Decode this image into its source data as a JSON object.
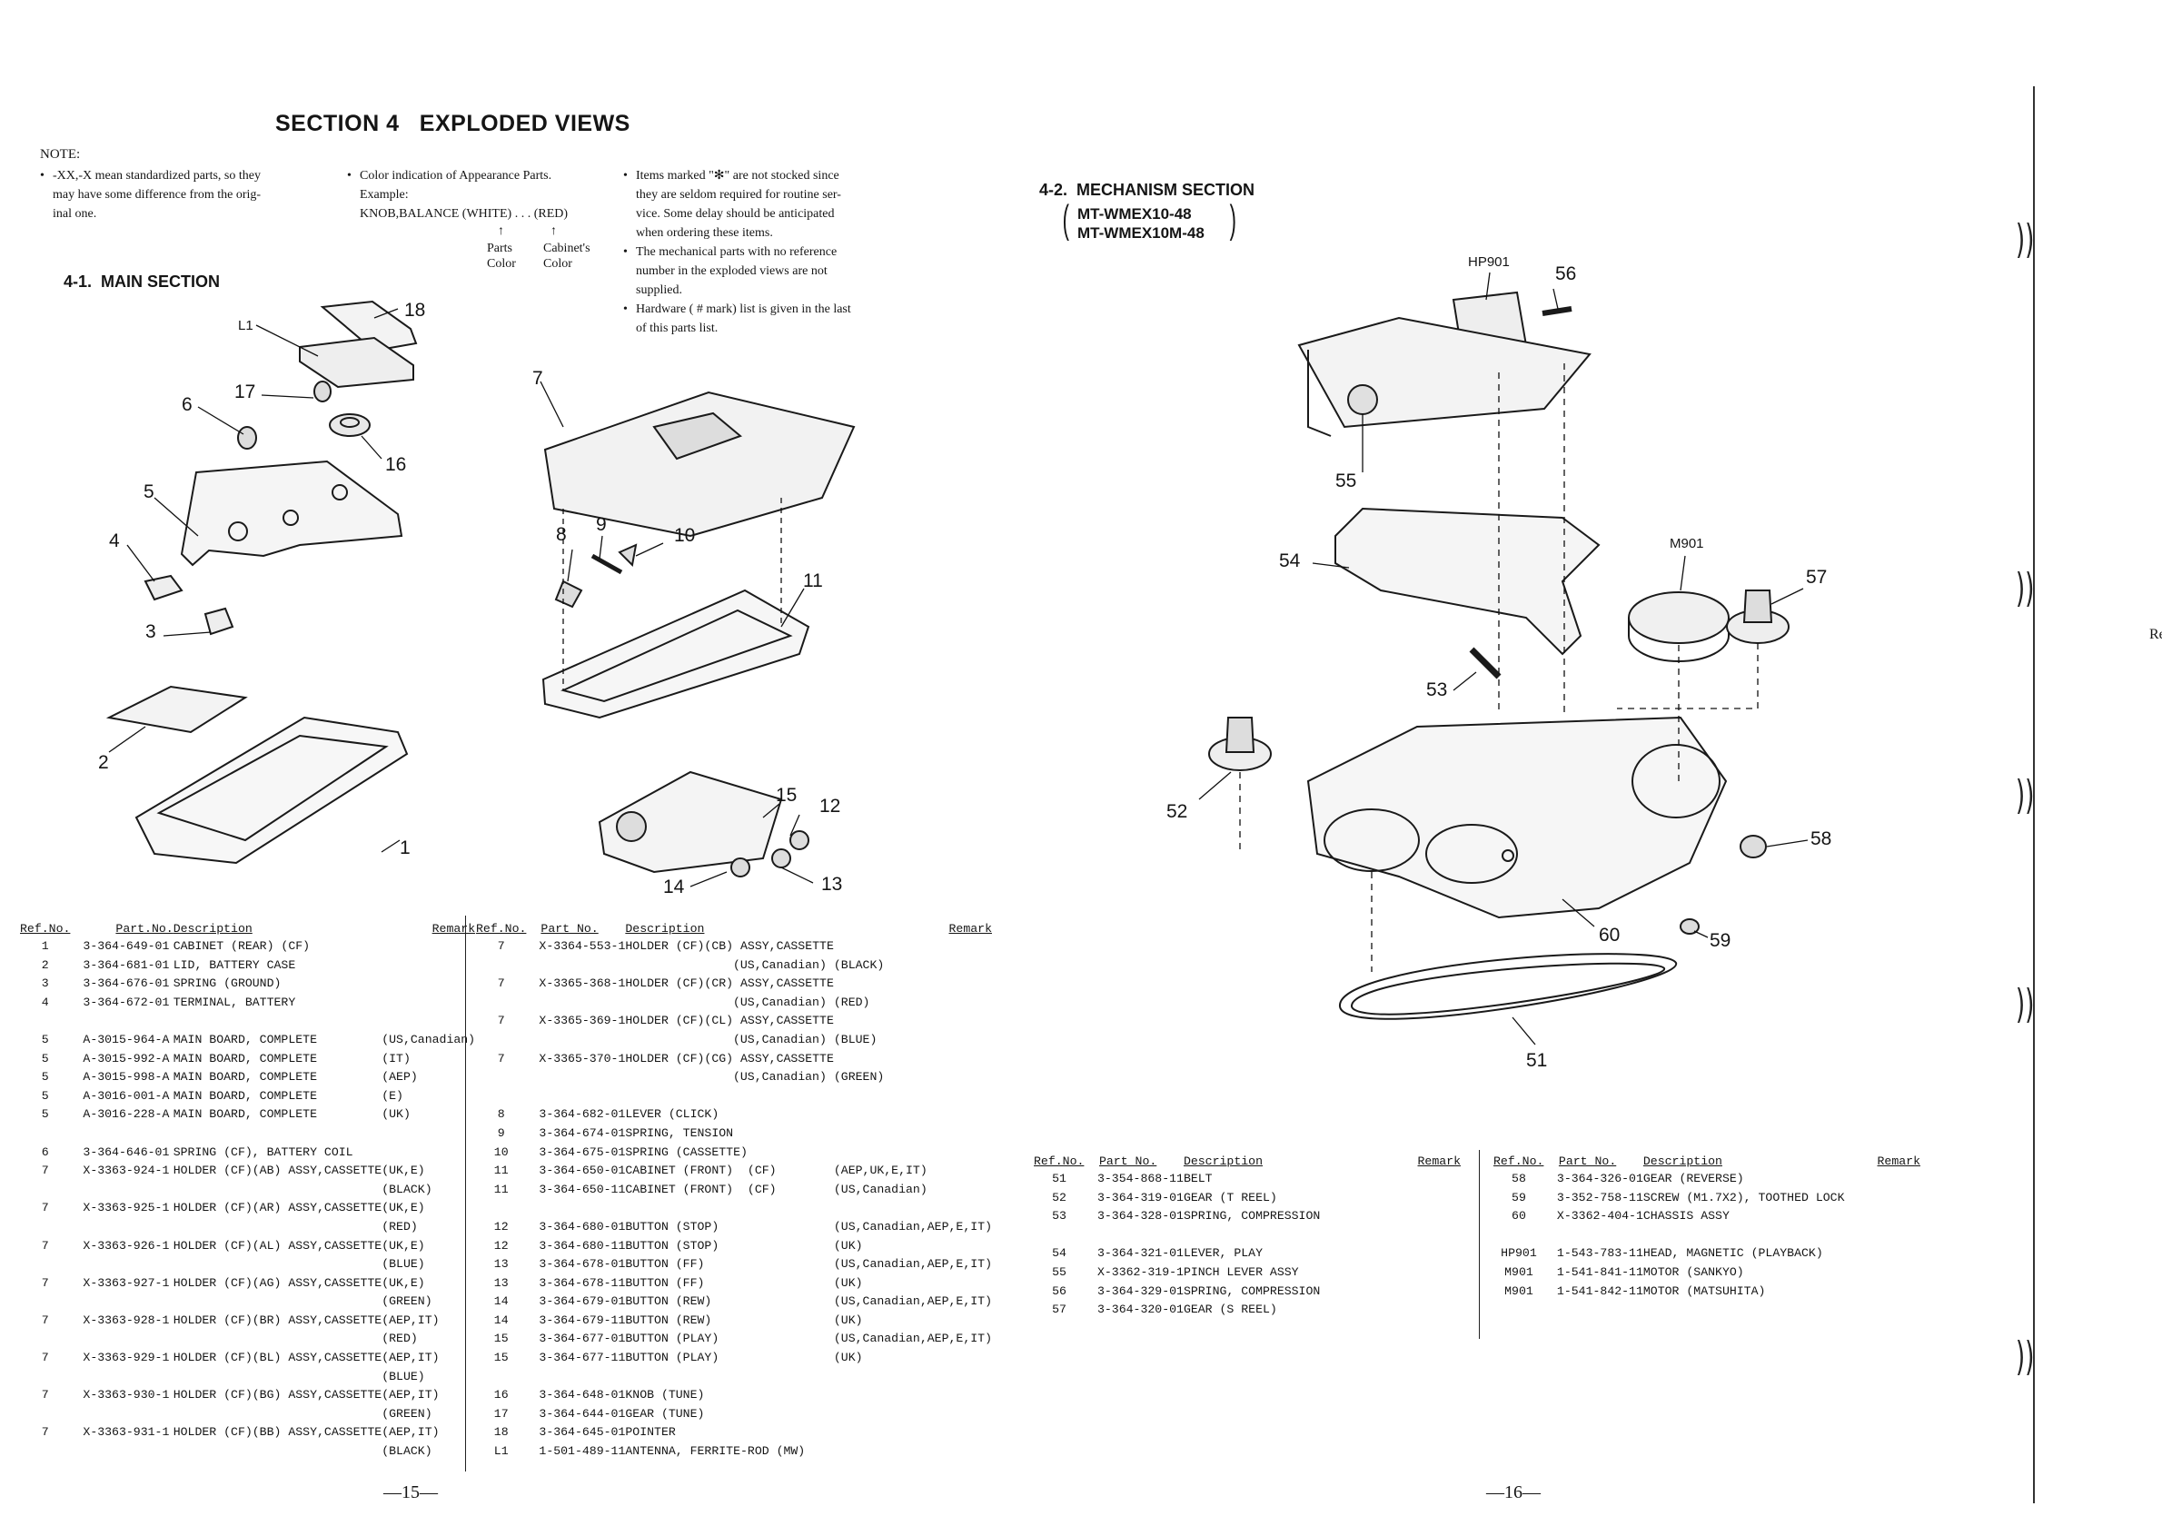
{
  "left_page": {
    "section_title": "SECTION 4   EXPLODED VIEWS",
    "note_title": "NOTE:",
    "notes_col1": [
      "-XX,-X mean standardized parts, so they",
      "may have some difference from the orig-",
      "inal one."
    ],
    "notes_col2": [
      "Color indication of Appearance Parts.",
      "Example:",
      "KNOB,BALANCE (WHITE) . . . (RED)",
      "↑",
      "↑",
      "Parts",
      "Cabinet's",
      "Color",
      "Color"
    ],
    "notes_col3": [
      "Items marked \"✻\" are not stocked since",
      "they are seldom required for routine ser-",
      "vice. Some delay should be anticipated",
      "when ordering these items.",
      "The mechanical parts with no reference",
      "number in the exploded views are not",
      "supplied.",
      "Hardware ( # mark) list is given in the last",
      "of this parts list."
    ],
    "subsection_title": "4-1.  MAIN SECTION",
    "callouts": [
      "18",
      "L1",
      "17",
      "6",
      "16",
      "5",
      "4",
      "3",
      "2",
      "1",
      "7",
      "8",
      "9",
      "10",
      "11",
      "15",
      "12",
      "14",
      "13"
    ],
    "table_headers": {
      "ref": "Ref.No.",
      "part": "Part.No.",
      "desc": "Description",
      "remark": "Remark"
    },
    "table_headers_2": {
      "ref": "Ref.No.",
      "part": "Part No.",
      "desc": "Description",
      "remark": "Remark"
    },
    "table1_rows": [
      {
        "ref": "1",
        "part": "3-364-649-01",
        "desc": "CABINET (REAR) (CF)",
        "remark": ""
      },
      {
        "ref": "2",
        "part": "3-364-681-01",
        "desc": "LID, BATTERY CASE",
        "remark": ""
      },
      {
        "ref": "3",
        "part": "3-364-676-01",
        "desc": "SPRING (GROUND)",
        "remark": ""
      },
      {
        "ref": "4",
        "part": "3-364-672-01",
        "desc": "TERMINAL, BATTERY",
        "remark": ""
      },
      {
        "ref": "",
        "part": "",
        "desc": "",
        "remark": ""
      },
      {
        "ref": "5",
        "part": "A-3015-964-A",
        "desc": "MAIN BOARD, COMPLETE",
        "remark": "(US,Canadian)"
      },
      {
        "ref": "5",
        "part": "A-3015-992-A",
        "desc": "MAIN BOARD, COMPLETE",
        "remark": "(IT)"
      },
      {
        "ref": "5",
        "part": "A-3015-998-A",
        "desc": "MAIN BOARD, COMPLETE",
        "remark": "(AEP)"
      },
      {
        "ref": "5",
        "part": "A-3016-001-A",
        "desc": "MAIN BOARD, COMPLETE",
        "remark": "(E)"
      },
      {
        "ref": "5",
        "part": "A-3016-228-A",
        "desc": "MAIN BOARD, COMPLETE",
        "remark": "(UK)"
      },
      {
        "ref": "",
        "part": "",
        "desc": "",
        "remark": ""
      },
      {
        "ref": "6",
        "part": "3-364-646-01",
        "desc": "SPRING (CF), BATTERY COIL",
        "remark": ""
      },
      {
        "ref": "7",
        "part": "X-3363-924-1",
        "desc": "HOLDER (CF)(AB) ASSY,CASSETTE",
        "remark": "(UK,E)"
      },
      {
        "ref": "",
        "part": "",
        "desc": "",
        "remark": "(BLACK)"
      },
      {
        "ref": "7",
        "part": "X-3363-925-1",
        "desc": "HOLDER (CF)(AR) ASSY,CASSETTE",
        "remark": "(UK,E)"
      },
      {
        "ref": "",
        "part": "",
        "desc": "",
        "remark": "(RED)"
      },
      {
        "ref": "7",
        "part": "X-3363-926-1",
        "desc": "HOLDER (CF)(AL) ASSY,CASSETTE",
        "remark": "(UK,E)"
      },
      {
        "ref": "",
        "part": "",
        "desc": "",
        "remark": "(BLUE)"
      },
      {
        "ref": "7",
        "part": "X-3363-927-1",
        "desc": "HOLDER (CF)(AG) ASSY,CASSETTE",
        "remark": "(UK,E)"
      },
      {
        "ref": "",
        "part": "",
        "desc": "",
        "remark": "(GREEN)"
      },
      {
        "ref": "7",
        "part": "X-3363-928-1",
        "desc": "HOLDER (CF)(BR) ASSY,CASSETTE",
        "remark": "(AEP,IT)"
      },
      {
        "ref": "",
        "part": "",
        "desc": "",
        "remark": "(RED)"
      },
      {
        "ref": "7",
        "part": "X-3363-929-1",
        "desc": "HOLDER (CF)(BL) ASSY,CASSETTE",
        "remark": "(AEP,IT)"
      },
      {
        "ref": "",
        "part": "",
        "desc": "",
        "remark": "(BLUE)"
      },
      {
        "ref": "7",
        "part": "X-3363-930-1",
        "desc": "HOLDER (CF)(BG) ASSY,CASSETTE",
        "remark": "(AEP,IT)"
      },
      {
        "ref": "",
        "part": "",
        "desc": "",
        "remark": "(GREEN)"
      },
      {
        "ref": "7",
        "part": "X-3363-931-1",
        "desc": "HOLDER (CF)(BB) ASSY,CASSETTE",
        "remark": "(AEP,IT)"
      },
      {
        "ref": "",
        "part": "",
        "desc": "",
        "remark": "(BLACK)"
      }
    ],
    "table2_rows": [
      {
        "ref": "7",
        "part": "X-3364-553-1",
        "desc": "HOLDER (CF)(CB) ASSY,CASSETTE",
        "remark": ""
      },
      {
        "ref": "",
        "part": "",
        "desc": "(US,Canadian)",
        "remark": "(BLACK)"
      },
      {
        "ref": "7",
        "part": "X-3365-368-1",
        "desc": "HOLDER (CF)(CR) ASSY,CASSETTE",
        "remark": ""
      },
      {
        "ref": "",
        "part": "",
        "desc": "(US,Canadian)",
        "remark": "(RED)"
      },
      {
        "ref": "7",
        "part": "X-3365-369-1",
        "desc": "HOLDER (CF)(CL) ASSY,CASSETTE",
        "remark": ""
      },
      {
        "ref": "",
        "part": "",
        "desc": "(US,Canadian)",
        "remark": "(BLUE)"
      },
      {
        "ref": "7",
        "part": "X-3365-370-1",
        "desc": "HOLDER (CF)(CG) ASSY,CASSETTE",
        "remark": ""
      },
      {
        "ref": "",
        "part": "",
        "desc": "(US,Canadian)",
        "remark": "(GREEN)"
      },
      {
        "ref": "",
        "part": "",
        "desc": "",
        "remark": ""
      },
      {
        "ref": "8",
        "part": "3-364-682-01",
        "desc": "LEVER (CLICK)",
        "remark": ""
      },
      {
        "ref": "9",
        "part": "3-364-674-01",
        "desc": "SPRING, TENSION",
        "remark": ""
      },
      {
        "ref": "10",
        "part": "3-364-675-01",
        "desc": "SPRING (CASSETTE)",
        "remark": ""
      },
      {
        "ref": "11",
        "part": "3-364-650-01",
        "desc": "CABINET (FRONT)  (CF)",
        "remark": "(AEP,UK,E,IT)"
      },
      {
        "ref": "11",
        "part": "3-364-650-11",
        "desc": "CABINET (FRONT)  (CF)",
        "remark": "(US,Canadian)"
      },
      {
        "ref": "",
        "part": "",
        "desc": "",
        "remark": ""
      },
      {
        "ref": "12",
        "part": "3-364-680-01",
        "desc": "BUTTON (STOP)",
        "remark": "(US,Canadian,AEP,E,IT)"
      },
      {
        "ref": "12",
        "part": "3-364-680-11",
        "desc": "BUTTON (STOP)",
        "remark": "(UK)"
      },
      {
        "ref": "13",
        "part": "3-364-678-01",
        "desc": "BUTTON (FF)",
        "remark": "(US,Canadian,AEP,E,IT)"
      },
      {
        "ref": "13",
        "part": "3-364-678-11",
        "desc": "BUTTON (FF)",
        "remark": "(UK)"
      },
      {
        "ref": "14",
        "part": "3-364-679-01",
        "desc": "BUTTON (REW)",
        "remark": "(US,Canadian,AEP,E,IT)"
      },
      {
        "ref": "14",
        "part": "3-364-679-11",
        "desc": "BUTTON (REW)",
        "remark": "(UK)"
      },
      {
        "ref": "15",
        "part": "3-364-677-01",
        "desc": "BUTTON (PLAY)",
        "remark": "(US,Canadian,AEP,E,IT)"
      },
      {
        "ref": "15",
        "part": "3-364-677-11",
        "desc": "BUTTON (PLAY)",
        "remark": "(UK)"
      },
      {
        "ref": "",
        "part": "",
        "desc": "",
        "remark": ""
      },
      {
        "ref": "16",
        "part": "3-364-648-01",
        "desc": "KNOB (TUNE)",
        "remark": ""
      },
      {
        "ref": "17",
        "part": "3-364-644-01",
        "desc": "GEAR (TUNE)",
        "remark": ""
      },
      {
        "ref": "18",
        "part": "3-364-645-01",
        "desc": "POINTER",
        "remark": ""
      },
      {
        "ref": "L1",
        "part": "1-501-489-11",
        "desc": "ANTENNA, FERRITE-ROD (MW)",
        "remark": ""
      }
    ],
    "page_number": "—15—"
  },
  "right_page": {
    "subsection_title": "4-2.  MECHANISM SECTION",
    "models": [
      "MT-WMEX10-48",
      "MT-WMEX10M-48"
    ],
    "callouts": [
      "HP901",
      "56",
      "55",
      "54",
      "M901",
      "57",
      "53",
      "52",
      "58",
      "60",
      "59",
      "51"
    ],
    "table3_rows": [
      {
        "ref": "51",
        "part": "3-354-868-11",
        "desc": "BELT"
      },
      {
        "ref": "52",
        "part": "3-364-319-01",
        "desc": "GEAR (T REEL)"
      },
      {
        "ref": "53",
        "part": "3-364-328-01",
        "desc": "SPRING, COMPRESSION"
      },
      {
        "ref": "",
        "part": "",
        "desc": ""
      },
      {
        "ref": "54",
        "part": "3-364-321-01",
        "desc": "LEVER, PLAY"
      },
      {
        "ref": "55",
        "part": "X-3362-319-1",
        "desc": "PINCH LEVER ASSY"
      },
      {
        "ref": "56",
        "part": "3-364-329-01",
        "desc": "SPRING, COMPRESSION"
      },
      {
        "ref": "57",
        "part": "3-364-320-01",
        "desc": "GEAR (S REEL)"
      }
    ],
    "table4_rows": [
      {
        "ref": "58",
        "part": "3-364-326-01",
        "desc": "GEAR (REVERSE)"
      },
      {
        "ref": "59",
        "part": "3-352-758-11",
        "desc": "SCREW (M1.7X2), TOOTHED LOCK"
      },
      {
        "ref": "60",
        "part": "X-3362-404-1",
        "desc": "CHASSIS ASSY"
      },
      {
        "ref": "",
        "part": "",
        "desc": ""
      },
      {
        "ref": "HP901",
        "part": "1-543-783-11",
        "desc": "HEAD, MAGNETIC (PLAYBACK)"
      },
      {
        "ref": "M901",
        "part": "1-541-841-11",
        "desc": "MOTOR (SANKYO)"
      },
      {
        "ref": "M901",
        "part": "1-541-842-11",
        "desc": "MOTOR (MATSUHITA)"
      }
    ],
    "page_number": "—16—",
    "edge_text": "Re"
  }
}
